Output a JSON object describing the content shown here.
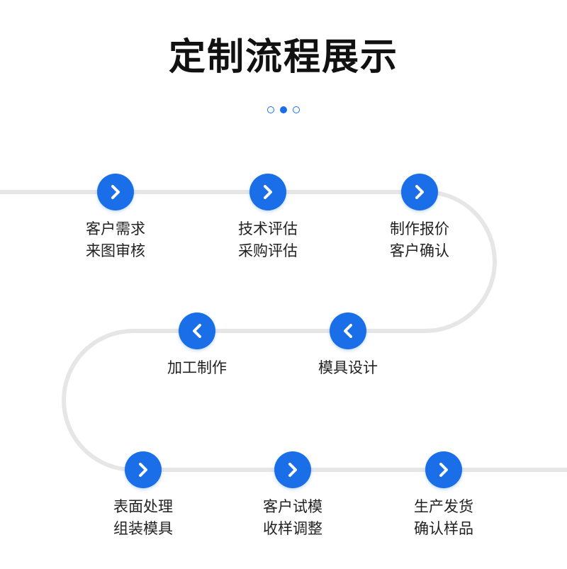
{
  "title": "定制流程展示",
  "pagination": {
    "count": 3,
    "active_index": 1
  },
  "colors": {
    "accent": "#1a6fe8",
    "path": "#e6e6e6",
    "text": "#222222"
  },
  "steps": [
    {
      "icon": "chevron-right-icon",
      "lines": [
        "客户需求",
        "来图审核"
      ]
    },
    {
      "icon": "chevron-right-icon",
      "lines": [
        "技术评估",
        "采购评估"
      ]
    },
    {
      "icon": "chevron-right-icon",
      "lines": [
        "制作报价",
        "客户确认"
      ]
    },
    {
      "icon": "chevron-left-icon",
      "lines": [
        "模具设计"
      ]
    },
    {
      "icon": "chevron-left-icon",
      "lines": [
        "加工制作"
      ]
    },
    {
      "icon": "chevron-right-icon",
      "lines": [
        "表面处理",
        "组装模具"
      ]
    },
    {
      "icon": "chevron-right-icon",
      "lines": [
        "客户试模",
        "收样调整"
      ]
    },
    {
      "icon": "chevron-right-icon",
      "lines": [
        "生产发货",
        "确认样品"
      ]
    }
  ]
}
